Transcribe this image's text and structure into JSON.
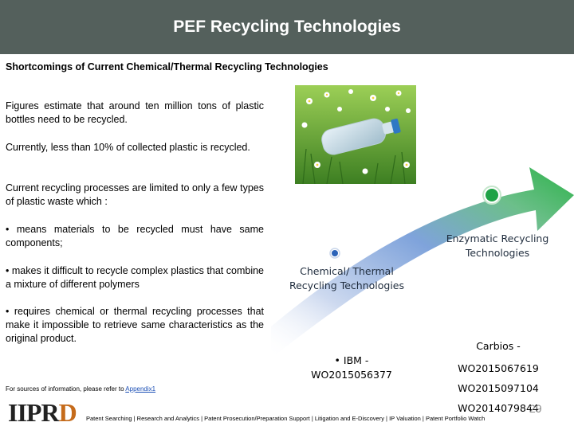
{
  "header": {
    "title": "PEF Recycling Technologies"
  },
  "subtitle": "Shortcomings of Current Chemical/Thermal Recycling Technologies",
  "paragraphs": {
    "p1": "Figures estimate that around ten million tons of plastic bottles need to be recycled.",
    "p2": "Currently, less than 10% of collected plastic is recycled.",
    "p3": "Current recycling processes are limited to only a few types of plastic waste which :",
    "p4": "• means materials to be recycled must have same components;",
    "p5": "• makes it difficult to recycle complex plastics that combine a mixture of different polymers",
    "p6": "• requires chemical or thermal recycling processes that make it impossible to retrieve same characteristics as the original product."
  },
  "diagram": {
    "enzymatic_line1": "Enzymatic Recycling",
    "enzymatic_line2": "Technologies",
    "chemical_line1": "Chemical/ Thermal",
    "chemical_line2": "Recycling Technologies",
    "ibm_line1": "• IBM -",
    "ibm_line2": "WO2015056377",
    "carbios_title": "Carbios -",
    "carbios_patents": [
      "WO2015067619",
      "WO2015097104",
      "WO2014079844"
    ]
  },
  "footnote": {
    "text": "For sources of information, please refer to ",
    "link": "Appendix1"
  },
  "logo": {
    "main": "IIPR",
    "accent": "D"
  },
  "bottom_bar": "Patent Searching | Research and Analytics | Patent Prosecution/Preparation Support | Litigation and E-Discovery | IP Valuation | Patent Portfolio Watch",
  "page_number": "29",
  "colors": {
    "header_bg": "#54605c",
    "arrow_green": "#34b44a",
    "arrow_blue": "#3a6fc4",
    "node_green": "#1fa246",
    "node_blue": "#2b63b8"
  }
}
